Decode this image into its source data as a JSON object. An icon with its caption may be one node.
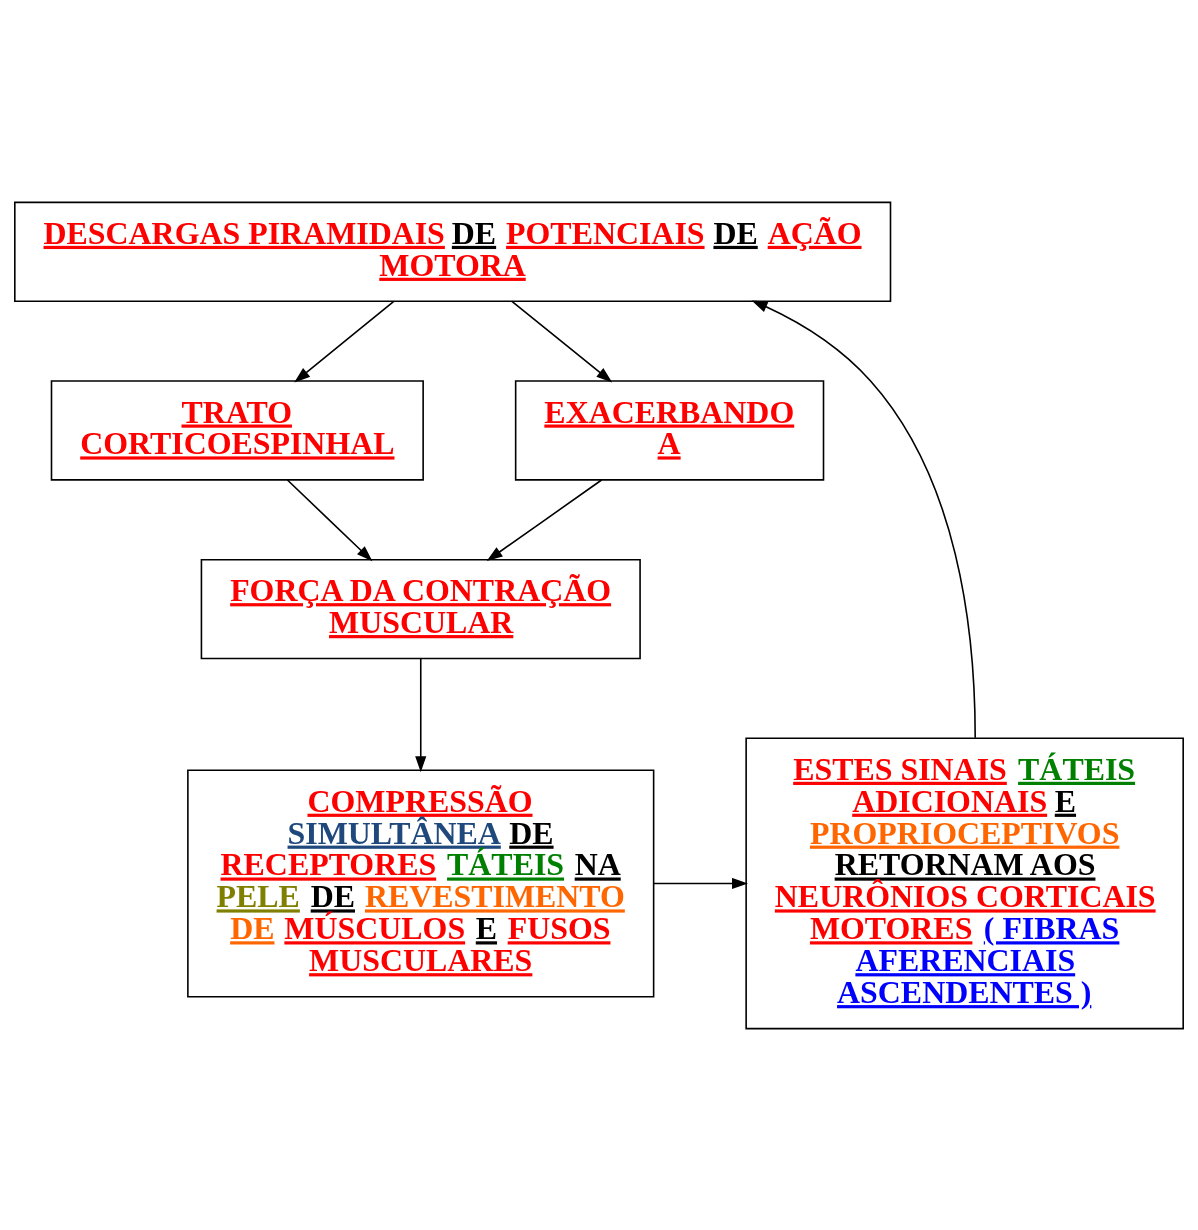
{
  "diagram": {
    "nodes": [
      {
        "text": [
          "DESCARGAS PIRAMIDAIS DE POTENCIAIS DE AÇÃO MOTORA"
        ]
      },
      {
        "text": [
          "TRATO CORTICOESPINHAL"
        ]
      },
      {
        "text": [
          "EXACERBANDO A"
        ]
      },
      {
        "text": [
          "FORÇA DA CONTRAÇÃO MUSCULAR"
        ]
      },
      {
        "text": [
          "COMPRESSÃO SIMULTÂNEA DE RECEPTORES TÁTEIS NA PELE DE REVESTIMENTO DE MÚSCULOS E FUSOS MUSCULARES"
        ]
      },
      {
        "text": [
          "ESTES SINAIS TÁTEIS ADICIONAIS E PROPRIOCEPTIVOS RETORNAM AOS NEURÔNIOS CORTICAIS MOTORES ( FIBRAS AFERENCIAIS ASCENDENTES )"
        ]
      }
    ],
    "edges": [
      {
        "from": 0,
        "to": 1,
        "arrow": "to"
      },
      {
        "from": 0,
        "to": 2,
        "arrow": "to"
      },
      {
        "from": 1,
        "to": 3,
        "arrow": "to"
      },
      {
        "from": 2,
        "to": 3,
        "arrow": "to"
      },
      {
        "from": 3,
        "to": 4,
        "arrow": "to"
      },
      {
        "from": 4,
        "to": 5,
        "arrow": "to"
      },
      {
        "from": 5,
        "to": 0,
        "arrow": "to"
      }
    ]
  }
}
